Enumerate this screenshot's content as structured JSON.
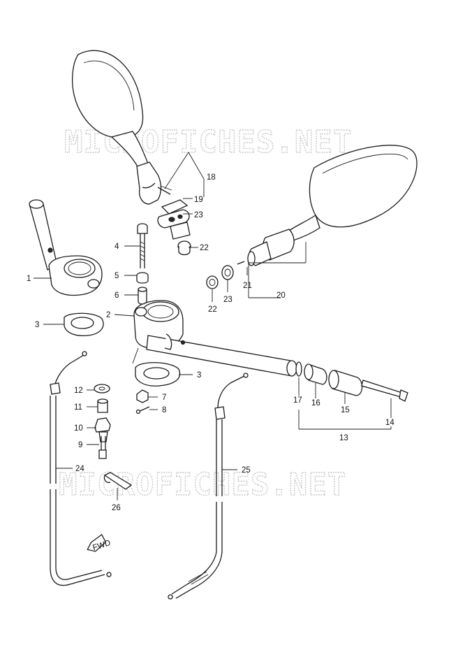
{
  "watermark": "MICROFICHES.NET",
  "direction_marker": "FWD",
  "callouts": {
    "c1": "1",
    "c2": "2",
    "c3a": "3",
    "c3b": "3",
    "c4": "4",
    "c5": "5",
    "c6": "6",
    "c7": "7",
    "c8": "8",
    "c9": "9",
    "c10": "10",
    "c11": "11",
    "c12": "12",
    "c13": "13",
    "c14": "14",
    "c15": "15",
    "c16": "16",
    "c17": "17",
    "c18": "18",
    "c19": "19",
    "c20": "20",
    "c21": "21",
    "c22a": "22",
    "c22b": "22",
    "c23a": "23",
    "c23b": "23",
    "c24": "24",
    "c25": "25",
    "c26": "26"
  }
}
